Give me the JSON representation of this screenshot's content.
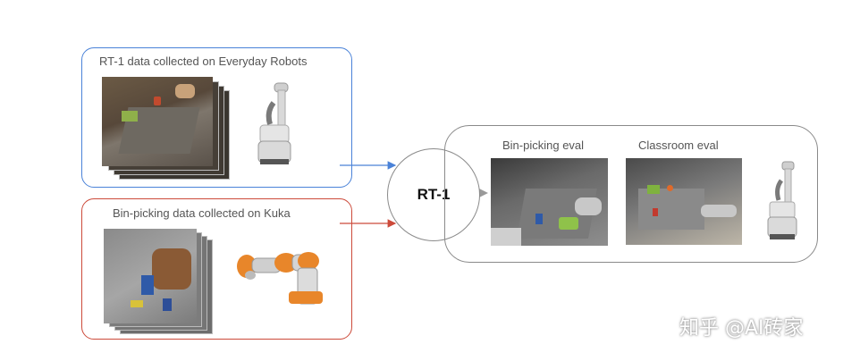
{
  "sources": {
    "everyday": {
      "label": "RT-1 data collected on Everyday Robots"
    },
    "kuka": {
      "label": "Bin-picking data collected on Kuka"
    }
  },
  "model": {
    "label": "RT-1"
  },
  "eval": {
    "bin_picking": {
      "label": "Bin-picking eval"
    },
    "classroom": {
      "label": "Classroom eval"
    }
  },
  "colors": {
    "everyday_border": "#4a82d8",
    "kuka_border": "#cc4a3a",
    "eval_border": "#8a8a8a",
    "kuka_orange": "#e8862a"
  },
  "watermark": {
    "text": "知乎 @AI砖家"
  }
}
